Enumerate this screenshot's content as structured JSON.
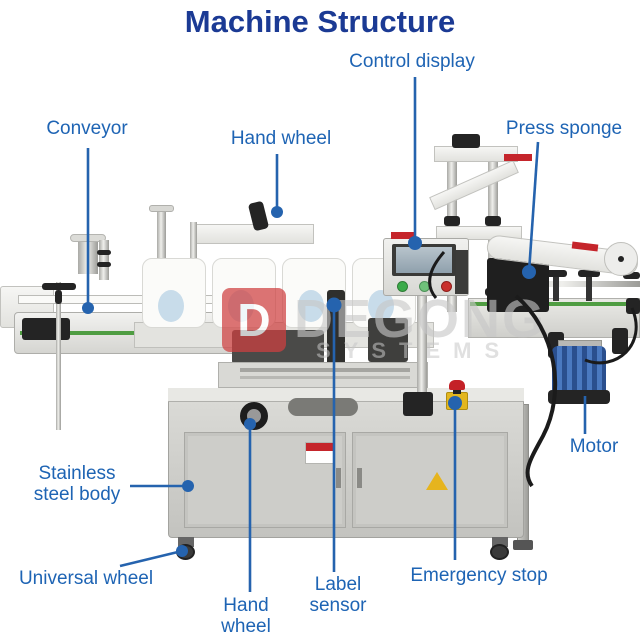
{
  "title": "Machine Structure",
  "labels": [
    {
      "id": "conveyor",
      "text": "Conveyor"
    },
    {
      "id": "hand-wheel-top",
      "text": "Hand wheel"
    },
    {
      "id": "control-display",
      "text": "Control display"
    },
    {
      "id": "press-sponge",
      "text": "Press sponge"
    },
    {
      "id": "motor",
      "text": "Motor"
    },
    {
      "id": "stainless-steel-body",
      "text": "Stainless steel body"
    },
    {
      "id": "universal-wheel",
      "text": "Universal wheel"
    },
    {
      "id": "hand-wheel-bottom",
      "text": "Hand wheel"
    },
    {
      "id": "label-sensor",
      "text": "Label sensor"
    },
    {
      "id": "emergency-stop",
      "text": "Emergency stop"
    }
  ],
  "watermark": {
    "logo_letter": "D",
    "line1": "DEGONG",
    "line2": "SYSTEMS"
  },
  "colors": {
    "title_blue": "#1b3a94",
    "label_blue": "#1e64b4",
    "leader_line_blue": "#2563ae",
    "machine_gray": "#cfcfcb",
    "belt_green": "#4f9d42",
    "motor_blue": "#3a66ad",
    "estop_red": "#c42127",
    "estop_yellow": "#e3b61e",
    "logo_red": "#cf4040"
  }
}
